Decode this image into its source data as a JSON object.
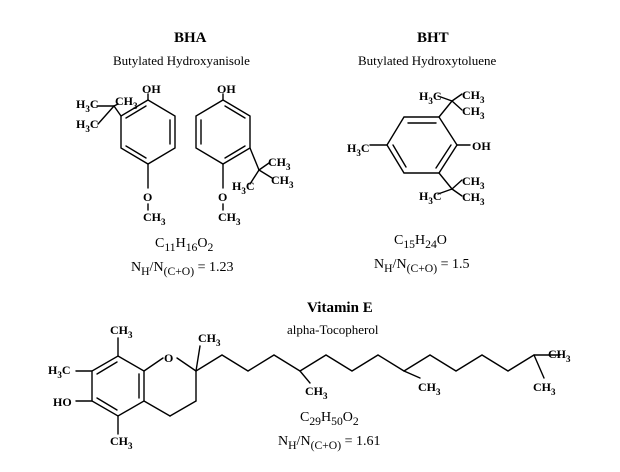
{
  "compounds": {
    "bha": {
      "name": "BHA",
      "full_name": "Butylated Hydroxyanisole",
      "formula": {
        "c": "C",
        "c_n": "11",
        "h": "H",
        "h_n": "16",
        "o": "O",
        "o_n": "2"
      },
      "ratio": {
        "label": "N",
        "num_sub": "H",
        "den_sub": "(C+O)",
        "value": "1.23"
      }
    },
    "bht": {
      "name": "BHT",
      "full_name": "Butylated Hydroxytoluene",
      "formula": {
        "c": "C",
        "c_n": "15",
        "h": "H",
        "h_n": "24",
        "o": "O",
        "o_n": ""
      },
      "ratio": {
        "label": "N",
        "num_sub": "H",
        "den_sub": "(C+O)",
        "value": "1.5"
      }
    },
    "vitamin_e": {
      "name": "Vitamin E",
      "full_name": "alpha-Tocopherol",
      "formula": {
        "c": "C",
        "c_n": "29",
        "h": "H",
        "h_n": "50",
        "o": "O",
        "o_n": "2"
      },
      "ratio": {
        "label": "N",
        "num_sub": "H",
        "den_sub": "(C+O)",
        "value": "1.61"
      }
    }
  },
  "atoms": {
    "oh": "OH",
    "ho": "HO",
    "o": "O",
    "c": "C",
    "h": "H",
    "three": "3"
  }
}
